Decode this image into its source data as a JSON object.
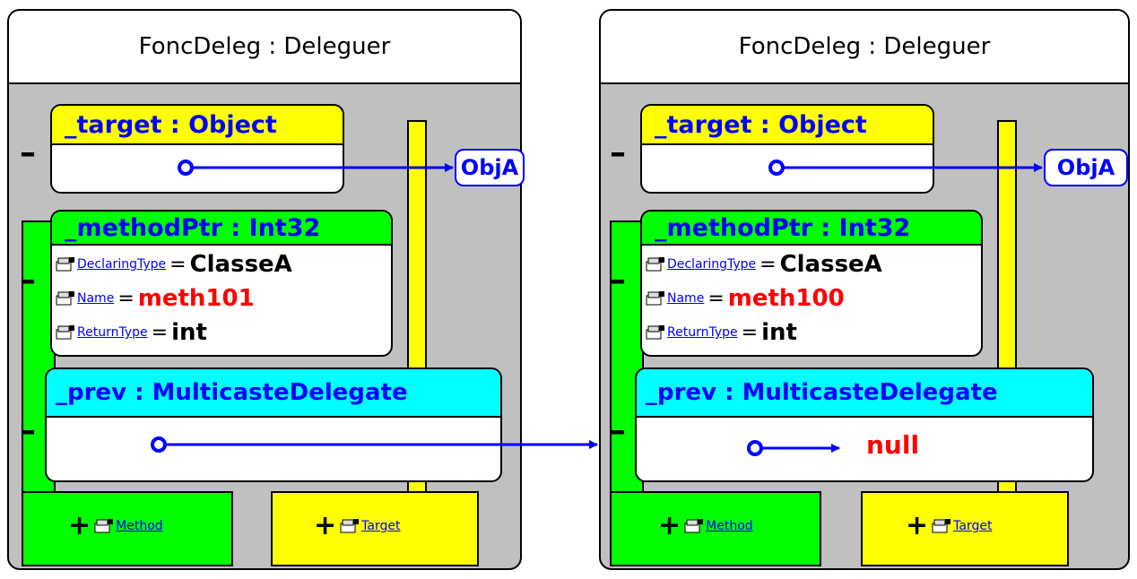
{
  "delegates": [
    {
      "title": "FoncDeleg : Deleguer",
      "target_header": "_target : Object",
      "methodptr_header": "_methodPtr : Int32",
      "prev_header": "_prev : MulticasteDelegate",
      "collapse_symbol": "–",
      "declaring_type_label": "DeclaringType",
      "declaring_type_value": "ClasseA",
      "name_label": "Name",
      "name_value": "meth101",
      "return_type_label": "ReturnType",
      "return_type_value": "int",
      "equals": "=",
      "method_label": "Method",
      "target_label": "Target",
      "expand_symbol": "+"
    },
    {
      "title": "FoncDeleg : Deleguer",
      "target_header": "_target : Object",
      "methodptr_header": "_methodPtr : Int32",
      "prev_header": "_prev : MulticasteDelegate",
      "collapse_symbol": "–",
      "declaring_type_label": "DeclaringType",
      "declaring_type_value": "ClasseA",
      "name_label": "Name",
      "name_value": "meth100",
      "return_type_label": "ReturnType",
      "return_type_value": "int",
      "equals": "=",
      "method_label": "Method",
      "target_label": "Target",
      "expand_symbol": "+",
      "prev_value": "null"
    }
  ],
  "target_objects": [
    "ObjA",
    "ObjA"
  ],
  "colors": {
    "target": "#ffff00",
    "methodptr": "#00ff00",
    "prev": "#00ffff",
    "outer": "#c0c0c0",
    "reference": "#0000ff",
    "value_highlight": "#ff0000"
  },
  "icons": [
    "property-icon",
    "reference-dot-icon",
    "arrow-icon"
  ]
}
